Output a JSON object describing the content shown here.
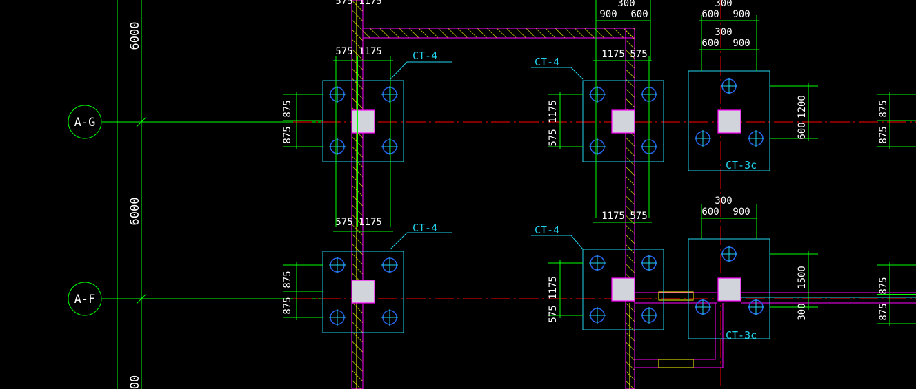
{
  "colors": {
    "background": "#000000",
    "grid_line": "#00ff00",
    "dimension_line": "#00ff00",
    "dimension_text": "#ffffff",
    "center_line": "#ff0000",
    "cap_outline": "#22d3ee",
    "pile_circle": "#2563eb",
    "pile_cross": "#22d3ee",
    "column_fill": "#d1d5db",
    "column_outline": "#ff00ff",
    "wall": "#ff00ff",
    "wall_hatch": "#ffff00",
    "label": "#22d3ee"
  },
  "axes": {
    "row_g": "A-G",
    "row_f": "A-F",
    "spacing_upper": "6000",
    "spacing_lower": "6000",
    "spacing_bottom": "00"
  },
  "caps": {
    "ct4_label": "CT-4",
    "ct3c_label": "CT-3c"
  },
  "dims": {
    "d575": "575",
    "d1175": "1175",
    "d875": "875",
    "d300": "300",
    "d600": "600",
    "d900": "900",
    "d1200": "1200",
    "d1500": "1500"
  }
}
